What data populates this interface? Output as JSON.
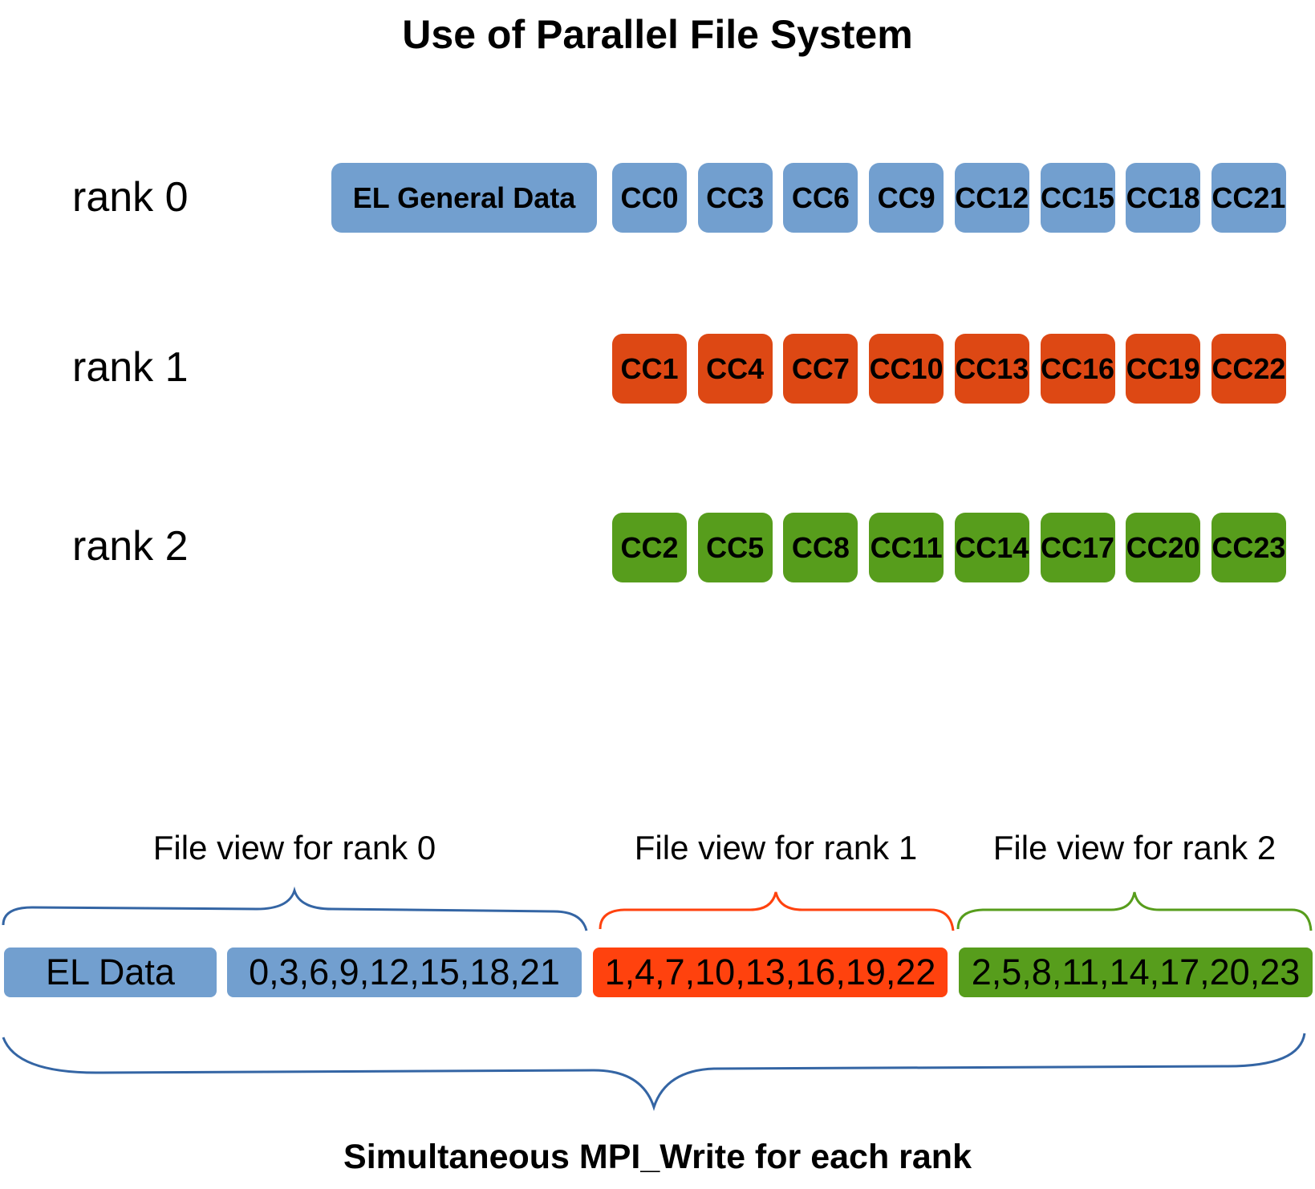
{
  "title": "Use of Parallel File System",
  "colors": {
    "rank0": "#729fcf",
    "rank1": "#dd4814",
    "rank2": "#579d1c",
    "rank1_file": "#ff420e",
    "brace0": "#3465a4",
    "brace1": "#ff420e",
    "brace2": "#579d1c"
  },
  "ranks": [
    {
      "label": "rank 0",
      "general": "EL General Data",
      "blocks": [
        "CC0",
        "CC3",
        "CC6",
        "CC9",
        "CC12",
        "CC15",
        "CC18",
        "CC21"
      ]
    },
    {
      "label": "rank 1",
      "blocks": [
        "CC1",
        "CC4",
        "CC7",
        "CC10",
        "CC13",
        "CC16",
        "CC19",
        "CC22"
      ]
    },
    {
      "label": "rank 2",
      "blocks": [
        "CC2",
        "CC5",
        "CC8",
        "CC11",
        "CC14",
        "CC17",
        "CC20",
        "CC23"
      ]
    }
  ],
  "file_views": [
    "File view for rank 0",
    "File view for rank 1",
    "File view for rank 2"
  ],
  "file_segments": [
    "EL Data",
    "0,3,6,9,12,15,18,21",
    "1,4,7,10,13,16,19,22",
    "2,5,8,11,14,17,20,23"
  ],
  "footer": "Simultaneous MPI_Write for each rank"
}
